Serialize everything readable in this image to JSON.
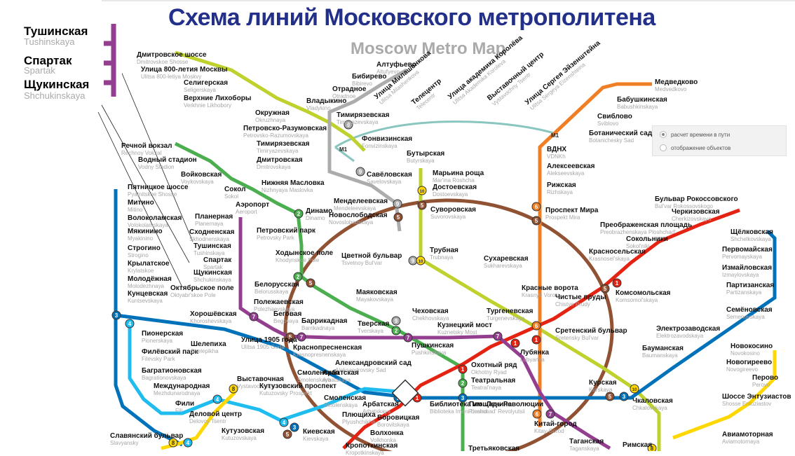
{
  "header": {
    "title": "Схема линий Московского метрополитена",
    "subtitle": "Moscow Metro Map"
  },
  "inset": {
    "stations": [
      {
        "ru": "Тушинская",
        "en": "Tushinskaya"
      },
      {
        "ru": "Спартак",
        "en": "Spartak"
      },
      {
        "ru": "Щукинская",
        "en": "Shchukinskaya"
      }
    ]
  },
  "options_panel": {
    "items": [
      {
        "label": "расчет времени в пути",
        "selected": true
      },
      {
        "label": "отображение объектов",
        "selected": false
      }
    ]
  },
  "line_colors": {
    "l1": "#e42313",
    "l2": "#4baf4f",
    "l3": "#0072ba",
    "l4": "#1ebcef",
    "l5": "#915133",
    "l6": "#f07e24",
    "l7": "#943e90",
    "l8": "#ffd702",
    "l9": "#adacac",
    "l10": "#bed12c",
    "monorail": "#8ac6c0",
    "title": "#23308a"
  },
  "line_badges": [
    "1",
    "2",
    "3",
    "4",
    "5",
    "6",
    "7",
    "8",
    "9",
    "M1"
  ],
  "stations": [
    {
      "id": "dmitrovskoe",
      "ru": "Дмитровское шоссе",
      "en": "Dmitrovskoe Shosse"
    },
    {
      "id": "ul800",
      "ru": "Улица 800-летия Москвы",
      "en": "Ulitsa 800-letiya Moskvy"
    },
    {
      "id": "seligerskaya",
      "ru": "Селигерская",
      "en": "Seligerskaya"
    },
    {
      "id": "verkhnie",
      "ru": "Верхние Лихоборы",
      "en": "Verkhnie Likhobory"
    },
    {
      "id": "okruzhnaya",
      "ru": "Окружная",
      "en": "Okruzhnaya"
    },
    {
      "id": "petrovsko",
      "ru": "Петровско-Разумовская",
      "en": "Petrovsko-Razumovskaya"
    },
    {
      "id": "altufyevo",
      "ru": "Алтуфьево",
      "en": "Altufyevo"
    },
    {
      "id": "bibirevo",
      "ru": "Бибирево",
      "en": "Bibirevo"
    },
    {
      "id": "otradnoe",
      "ru": "Отрадное",
      "en": "Otradnoe"
    },
    {
      "id": "vladykino",
      "ru": "Владыкино",
      "en": "Vladykino"
    },
    {
      "id": "timiryazevskaya_m",
      "ru": "Тимирязевская",
      "en": "Timiryazevskaya"
    },
    {
      "id": "ul_milashenkova",
      "ru": "Улица Милашенкова",
      "en": "Ulitsa Milashenkova"
    },
    {
      "id": "telecentr",
      "ru": "Телецентр",
      "en": "Telecentr"
    },
    {
      "id": "ul_koroleva",
      "ru": "Улица академика Королёва",
      "en": "Ulitsa Akademika Koroleva"
    },
    {
      "id": "vystavochny_c",
      "ru": "Выставочный центр",
      "en": "Vystavochny Tsentr"
    },
    {
      "id": "ul_eisenstein",
      "ru": "Улица Сергея Эйзенштейна",
      "en": "Ulitsa Sergeya Eizenshteina"
    },
    {
      "id": "medvedkovo",
      "ru": "Медведково",
      "en": "Medvedkovo"
    },
    {
      "id": "babushkinskaya",
      "ru": "Бабушкинская",
      "en": "Babushkinskaya"
    },
    {
      "id": "sviblovo",
      "ru": "Свиблово",
      "en": "Sviblovo"
    },
    {
      "id": "botanichesky",
      "ru": "Ботанический сад",
      "en": "Botanichesky Sad"
    },
    {
      "id": "vdnkh",
      "ru": "ВДНХ",
      "en": "VDNKh"
    },
    {
      "id": "alekseevskaya",
      "ru": "Алексеевская",
      "en": "Alekseevskaya"
    },
    {
      "id": "rizhskaya",
      "ru": "Рижская",
      "en": "Rizhskaya"
    },
    {
      "id": "prospekt_mira",
      "ru": "Проспект Мира",
      "en": "Prospekt Mira"
    },
    {
      "id": "fonvizinskaya",
      "ru": "Фонвизинская",
      "en": "Fonvizinskaya"
    },
    {
      "id": "butyrskaya",
      "ru": "Бутырская",
      "en": "Butyrskaya"
    },
    {
      "id": "rechnoy",
      "ru": "Речной вокзал",
      "en": "Rechnoy Vokzal"
    },
    {
      "id": "vodny",
      "ru": "Водный стадион",
      "en": "Vodny Stadion"
    },
    {
      "id": "voykovskaya",
      "ru": "Войковская",
      "en": "Voykovskaya"
    },
    {
      "id": "sokol",
      "ru": "Сокол",
      "en": "Sokol"
    },
    {
      "id": "aeroport",
      "ru": "Аэропорт",
      "en": "Aeroport"
    },
    {
      "id": "timiryazevskaya",
      "ru": "Тимирязевская",
      "en": "Timiryazevskaya"
    },
    {
      "id": "dmitrovskaya",
      "ru": "Дмитровская",
      "en": "Dmitrovskaya"
    },
    {
      "id": "savelovskaya",
      "ru": "Савёловская",
      "en": "Savelovskaya"
    },
    {
      "id": "nizhnyaya",
      "ru": "Нижняя Масловка",
      "en": "Nizhnyaya Maslovka"
    },
    {
      "id": "marina",
      "ru": "Марьина роща",
      "en": "Mar'ina Roshcha"
    },
    {
      "id": "dostoevskaya",
      "ru": "Достоевская",
      "en": "Dostoevskaya"
    },
    {
      "id": "mendeleevskaya",
      "ru": "Менделеевская",
      "en": "Mendeleevskaya"
    },
    {
      "id": "novoslobodskaya",
      "ru": "Новослободская",
      "en": "Novoslobodskaya"
    },
    {
      "id": "suvorovskaya",
      "ru": "Суворовская",
      "en": "Suvorovskaya"
    },
    {
      "id": "dinamo",
      "ru": "Динамо",
      "en": "Dinamo"
    },
    {
      "id": "petrovsky",
      "ru": "Петровский парк",
      "en": "Petrovsky Park"
    },
    {
      "id": "khodynskoe",
      "ru": "Ходынское поле",
      "en": "Khodynskoe Pole"
    },
    {
      "id": "pyatnitskoe",
      "ru": "Пятницкое шоссе",
      "en": "Pyatnitskoe Shosse"
    },
    {
      "id": "mitino",
      "ru": "Митино",
      "en": "Mitino"
    },
    {
      "id": "volokolamskaya",
      "ru": "Волоколамская",
      "en": "Volokolamskaya"
    },
    {
      "id": "myakinino",
      "ru": "Мякинино",
      "en": "Myakinino"
    },
    {
      "id": "strogino",
      "ru": "Строгино",
      "en": "Strogino"
    },
    {
      "id": "krylatskoe",
      "ru": "Крылатское",
      "en": "Krylatskoe"
    },
    {
      "id": "molodezhnaya",
      "ru": "Молодёжная",
      "en": "Molodezhnaya"
    },
    {
      "id": "kuntsevskaya",
      "ru": "Кунцевская",
      "en": "Kuntsevskaya"
    },
    {
      "id": "planernaya",
      "ru": "Планерная",
      "en": "Planernaya"
    },
    {
      "id": "skhodnenskaya",
      "ru": "Сходненская",
      "en": "Skhodnenskaya"
    },
    {
      "id": "tushinskaya",
      "ru": "Тушинская",
      "en": "Tushinskaya"
    },
    {
      "id": "spartak",
      "ru": "Спартак",
      "en": "Spartak"
    },
    {
      "id": "shchukinskaya",
      "ru": "Щукинская",
      "en": "Shchukinskaya"
    },
    {
      "id": "oktyabrskoe",
      "ru": "Октябрьское поле",
      "en": "Oktyabr'skoe Pole"
    },
    {
      "id": "tsvetnoy",
      "ru": "Цветной бульвар",
      "en": "Tsvetnoy Bul'var"
    },
    {
      "id": "trubnaya",
      "ru": "Трубная",
      "en": "Trubnaya"
    },
    {
      "id": "sukharevskaya",
      "ru": "Сухаревская",
      "en": "Sukharevskaya"
    },
    {
      "id": "krasnye_vorota",
      "ru": "Красные ворота",
      "en": "Krasnye Vorota"
    },
    {
      "id": "bulvar_rokossovskogo",
      "ru": "Бульвар Рокоссовского",
      "en": "Bul'var Rokossovskogo"
    },
    {
      "id": "cherkizovskaya",
      "ru": "Черкизовская",
      "en": "Cherkizovskaya"
    },
    {
      "id": "preobrazhenskaya",
      "ru": "Преображенская площадь",
      "en": "Preobrazhenskaya Ploshchad'"
    },
    {
      "id": "sokolniki",
      "ru": "Сокольники",
      "en": "Sokol'niki"
    },
    {
      "id": "krasnoselskaya",
      "ru": "Красносельская",
      "en": "Krasnosel'skaya"
    },
    {
      "id": "komsomolskaya",
      "ru": "Комсомольская",
      "en": "Komsomol'skaya"
    },
    {
      "id": "shchelkovskaya",
      "ru": "Щёлковская",
      "en": "Shchelkovskaya"
    },
    {
      "id": "pervomayskaya",
      "ru": "Первомайская",
      "en": "Pervomayskaya"
    },
    {
      "id": "izmaylovskaya",
      "ru": "Измайловская",
      "en": "Izmaylovskaya"
    },
    {
      "id": "partizanskaya",
      "ru": "Партизанская",
      "en": "Partizanskaya"
    },
    {
      "id": "semenovskaya",
      "ru": "Семёновская",
      "en": "Semenovskaya"
    },
    {
      "id": "elektrozavodskaya",
      "ru": "Электрозаводская",
      "en": "Elektrozavodskaya"
    },
    {
      "id": "baumanskaya",
      "ru": "Бауманская",
      "en": "Baumanskaya"
    },
    {
      "id": "kurskaya",
      "ru": "Курская",
      "en": "Kurskaya"
    },
    {
      "id": "chkalovskaya",
      "ru": "Чкаловская",
      "en": "Chkalovskaya"
    },
    {
      "id": "novokosino",
      "ru": "Новокосино",
      "en": "Novokosino"
    },
    {
      "id": "novogireevo",
      "ru": "Новогиреево",
      "en": "Novogireevo"
    },
    {
      "id": "perovo",
      "ru": "Перово",
      "en": "Perovo"
    },
    {
      "id": "shosse_entuziastov",
      "ru": "Шоссе Энтузиастов",
      "en": "Shosse Entuziastov"
    },
    {
      "id": "aviamotornaya",
      "ru": "Авиамоторная",
      "en": "Aviamotornaya"
    },
    {
      "id": "belorusskaya",
      "ru": "Белорусская",
      "en": "Belorusskaya"
    },
    {
      "id": "mayakovskaya",
      "ru": "Маяковская",
      "en": "Mayakovskaya"
    },
    {
      "id": "chekhovskaya",
      "ru": "Чеховская",
      "en": "Chekhovskaya"
    },
    {
      "id": "turgenevskaya",
      "ru": "Тургеневская",
      "en": "Turgenevskaya"
    },
    {
      "id": "chistye_prudy",
      "ru": "Чистые пруды",
      "en": "Chistye Prudy"
    },
    {
      "id": "sretensky",
      "ru": "Сретенский бульвар",
      "en": "Sretensky Bul'var"
    },
    {
      "id": "polezhaevskaya",
      "ru": "Полежаевская",
      "en": "Polezhaevskaya"
    },
    {
      "id": "begovaya",
      "ru": "Беговая",
      "en": "Begovaya"
    },
    {
      "id": "barrikadnaya",
      "ru": "Баррикадная",
      "en": "Barrikadnaya"
    },
    {
      "id": "tverskaya",
      "ru": "Тверская",
      "en": "Tverskaya"
    },
    {
      "id": "kuznetsky",
      "ru": "Кузнецкий мост",
      "en": "Kuznetsky Most"
    },
    {
      "id": "lubyanka",
      "ru": "Лубянка",
      "en": "Lubyanka"
    },
    {
      "id": "khoroshevskaya",
      "ru": "Хорошёвская",
      "en": "Khoroshevskaya"
    },
    {
      "id": "pionerskaya",
      "ru": "Пионерская",
      "en": "Pionerskaya"
    },
    {
      "id": "filevsky",
      "ru": "Филёвский парк",
      "en": "Filevsky Park"
    },
    {
      "id": "bagrationovskaya",
      "ru": "Багратионовская",
      "en": "Bagrationovskaya"
    },
    {
      "id": "shelepikha",
      "ru": "Шелепиха",
      "en": "Shelepikha"
    },
    {
      "id": "ulitsa1905",
      "ru": "Улица 1905 года",
      "en": "Ulitsa 1905 Goda"
    },
    {
      "id": "krasnopresnenskaya",
      "ru": "Краснопресненская",
      "en": "Krasnopresnenskaya"
    },
    {
      "id": "pushkinskaya",
      "ru": "Пушкинская",
      "en": "Pushkinskaya"
    },
    {
      "id": "alexandrovsky",
      "ru": "Александровский сад",
      "en": "Aleksandrovsky Sad"
    },
    {
      "id": "okhotny",
      "ru": "Охотный ряд",
      "en": "Okhotny Ryad"
    },
    {
      "id": "teatralnaya",
      "ru": "Театральная",
      "en": "Teatral'naya"
    },
    {
      "id": "ploshchad_rev",
      "ru": "Площадь Революции",
      "en": "Ploshchad' Revolyutsii"
    },
    {
      "id": "mezhdunarodnaya",
      "ru": "Международная",
      "en": "Mezhdunarodnaya"
    },
    {
      "id": "vystavochnaya",
      "ru": "Выставочная",
      "en": "Vystavochnaya"
    },
    {
      "id": "kutuzovsky",
      "ru": "Кутузовский проспект",
      "en": "Kutuzovsky Prospekt"
    },
    {
      "id": "smolenskaya4",
      "ru": "Смоленская",
      "en": "Smolenskaya"
    },
    {
      "id": "arbatskaya4",
      "ru": "Арбатская",
      "en": "Arbatskaya"
    },
    {
      "id": "fili",
      "ru": "Фили",
      "en": "Fili"
    },
    {
      "id": "delovoy",
      "ru": "Деловой центр",
      "en": "Delovoy Tsentr"
    },
    {
      "id": "smolenskaya3",
      "ru": "Смоленская",
      "en": "Smolenskaya"
    },
    {
      "id": "arbatskaya3",
      "ru": "Арбатская",
      "en": "Arbatskaya"
    },
    {
      "id": "biblioteka",
      "ru": "Библиотека им. Ленина",
      "en": "Biblioteka Imeni Lenina"
    },
    {
      "id": "kitay_gorod",
      "ru": "Китай-город",
      "en": "Kitay-Gorod"
    },
    {
      "id": "kutuzovskaya",
      "ru": "Кутузовская",
      "en": "Kutuzovskaya"
    },
    {
      "id": "kievskaya",
      "ru": "Киевская",
      "en": "Kievskaya"
    },
    {
      "id": "ploshchad_ilicha",
      "ru": "Плющиха",
      "en": "Plyushchikha"
    },
    {
      "id": "borovitskaya",
      "ru": "Боровицкая",
      "en": "Borovitskaya"
    },
    {
      "id": "volkhonka",
      "ru": "Волхонка",
      "en": "Volkhonka"
    },
    {
      "id": "kropotkinskaya",
      "ru": "Кропоткинская",
      "en": "Kropotkinskaya"
    },
    {
      "id": "tretyakovskaya",
      "ru": "Третьяковская",
      "en": ""
    },
    {
      "id": "taganskaya",
      "ru": "Таганская",
      "en": "Taganskaya"
    },
    {
      "id": "rimskaya",
      "ru": "Римская",
      "en": ""
    },
    {
      "id": "slavyansky",
      "ru": "Славянский бульвар",
      "en": "Slavyansky"
    }
  ]
}
